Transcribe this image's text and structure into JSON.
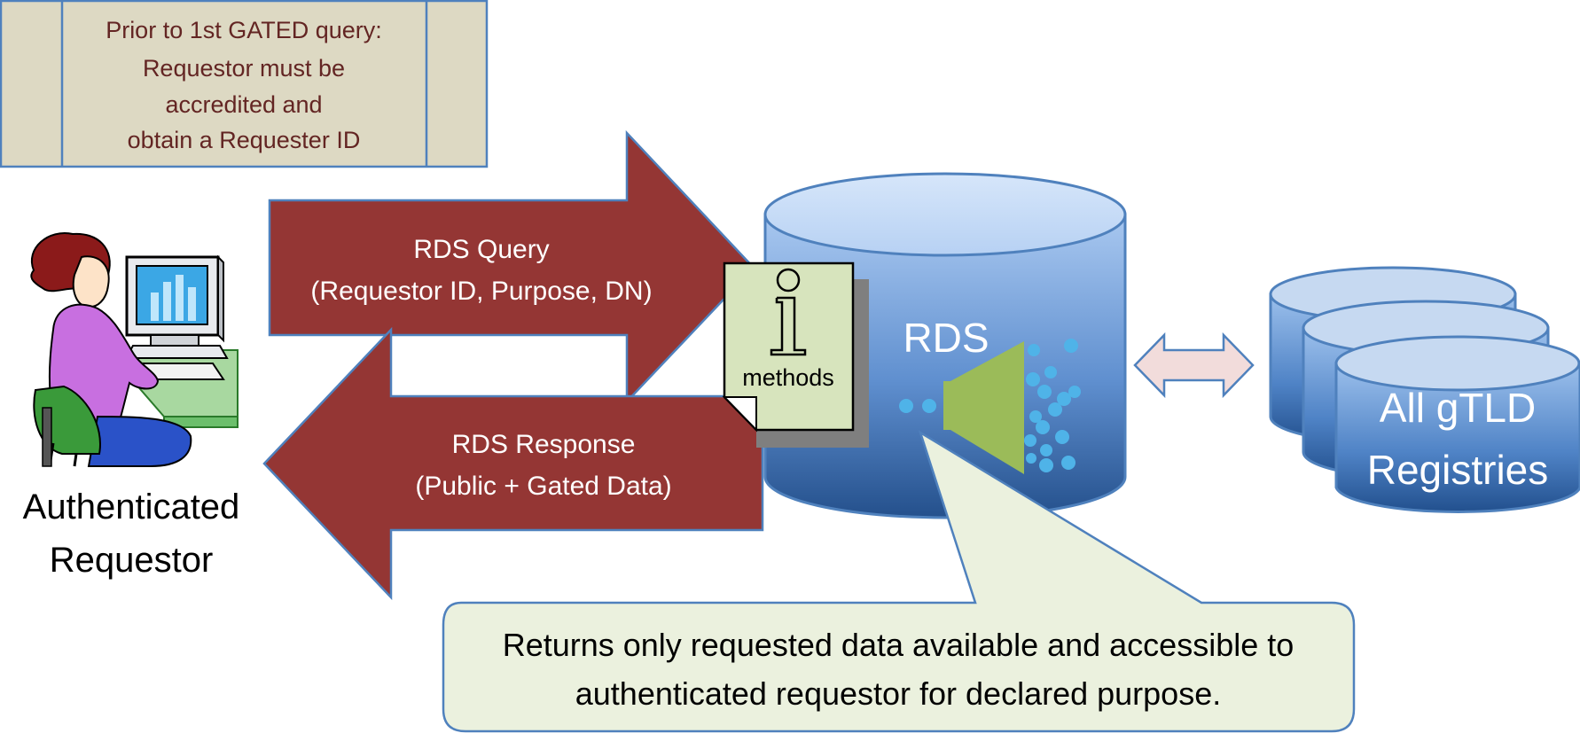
{
  "prereq_box": {
    "lines": [
      "Prior to 1st GATED query:",
      "Requestor must be",
      "accredited and",
      "obtain a Requester ID"
    ]
  },
  "query_arrow": {
    "line1": "RDS Query",
    "line2": "(Requestor ID, Purpose, DN)"
  },
  "response_arrow": {
    "line1": "RDS Response",
    "line2": "(Public + Gated Data)"
  },
  "requestor": {
    "line1": "Authenticated",
    "line2": "Requestor"
  },
  "rds_database": {
    "label": "RDS"
  },
  "methods_note": {
    "label": "methods"
  },
  "registries": {
    "line1": "All gTLD",
    "line2": "Registries"
  },
  "callout": {
    "line1": "Returns only requested data available and accessible to",
    "line2": "authenticated requestor for declared purpose."
  },
  "colors": {
    "arrow_fill": "#943634",
    "prereq_fill": "#ddd9c3",
    "prereq_text": "#632523",
    "db_top": "#c6d9f1",
    "db_bottom": "#1f497d",
    "callout_fill": "#ebf1de",
    "note_fill": "#d7e4bd",
    "speaker_green": "#9bbb59",
    "dot_blue": "#4fb3e8",
    "double_arrow_fill": "#f2dcdb"
  }
}
